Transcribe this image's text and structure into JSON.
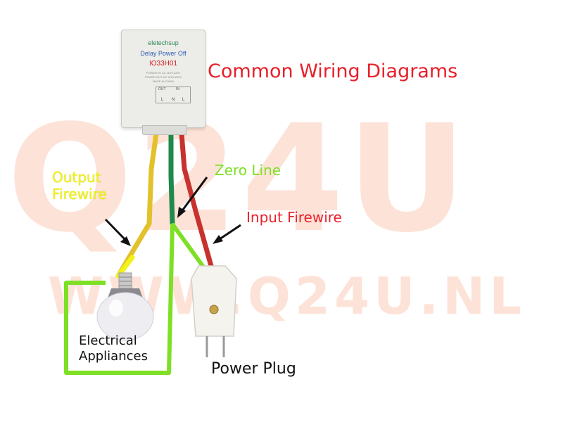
{
  "title": "Common Wiring Diagrams",
  "watermark": {
    "main": "Q24U",
    "url": "WWW.Q24U.NL"
  },
  "device": {
    "brand": "eletechsup",
    "name": "Delay Power Off",
    "model": "IO33H01",
    "spec_lines": [
      "POWER IN: AC 110V-220V",
      "POWER OUT: AC 110V-220V",
      "MADE IN CHINA"
    ],
    "terminal_headers": [
      "OUT",
      "IN"
    ],
    "terminal_cells": [
      "L",
      "N",
      "L"
    ]
  },
  "labels": {
    "output_firewire": [
      "Output",
      "Firewire"
    ],
    "zero_line": "Zero Line",
    "input_firewire": "Input Firewire",
    "electrical_appliances": [
      "Electrical",
      "Appliances"
    ],
    "power_plug": "Power Plug"
  },
  "colors": {
    "title": "#e8202a",
    "output_label": "#f2f21a",
    "zero_label": "#7de024",
    "input_label": "#e8202a",
    "wire_yellow": "#e2c12a",
    "wire_green": "#1f8a4a",
    "wire_red": "#c8322e",
    "loop_green": "#7de024",
    "watermark": "#fde2d8"
  }
}
